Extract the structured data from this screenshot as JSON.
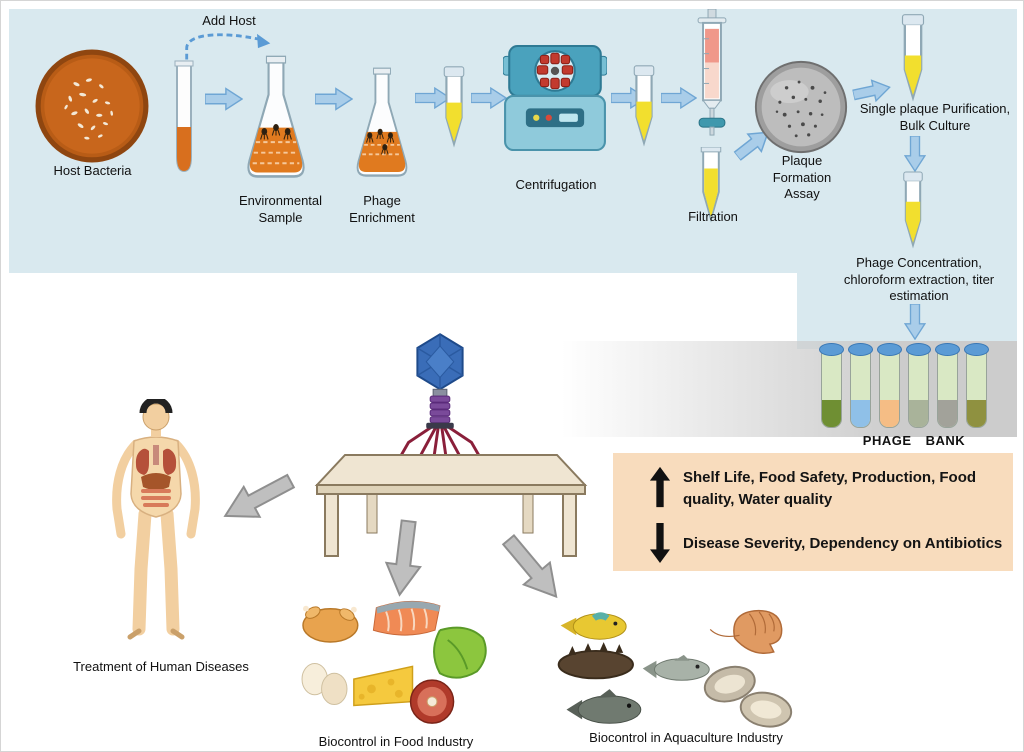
{
  "workflow": {
    "add_host": "Add Host",
    "host_bacteria": "Host Bacteria",
    "environmental_sample": "Environmental Sample",
    "phage_enrichment": "Phage Enrichment",
    "centrifugation": "Centrifugation",
    "filtration": "Filtration",
    "plaque_formation_assay": "Plaque Formation Assay",
    "single_plaque_purification": "Single plaque Purification, Bulk Culture",
    "phage_concentration": "Phage Concentration, chloroform extraction, titer estimation",
    "phage_bank_label": "PHAGE BANK"
  },
  "applications": {
    "human_label": "Treatment of Human Diseases",
    "food_label": "Biocontrol in Food Industry",
    "aquaculture_label": "Biocontrol in Aquaculture Industry"
  },
  "info_box": {
    "increase_text": "Shelf Life, Food Safety, Production, Food quality, Water quality",
    "decrease_text": "Disease Severity, Dependency on Antibiotics"
  },
  "phage_bank_tube_colors": [
    "#6f8f33",
    "#8fc0e8",
    "#f5bd85",
    "#a9b39a",
    "#a2a29a",
    "#8f9140"
  ],
  "colors": {
    "panel_blue": "#d9e9ef",
    "arrow_blue": "#a9cde9",
    "info_box_orange": "#f8dcbd"
  }
}
